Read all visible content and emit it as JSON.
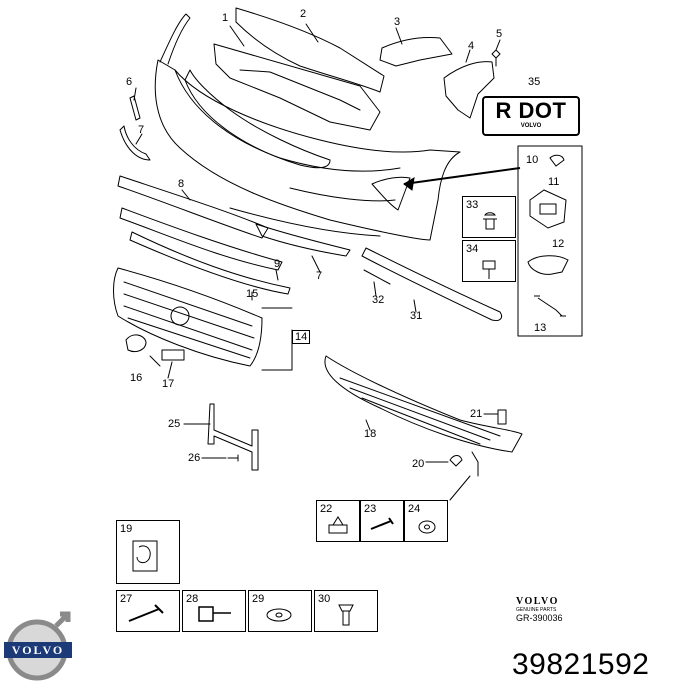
{
  "callouts": {
    "n1": "1",
    "n2": "2",
    "n3": "3",
    "n4": "4",
    "n5": "5",
    "n6": "6",
    "n7a": "7",
    "n7b": "7",
    "n8": "8",
    "n9": "9",
    "n12": "12",
    "n13": "13",
    "n14": "14",
    "n15": "15",
    "n16": "16",
    "n17": "17",
    "n18": "18",
    "n20": "20",
    "n21": "21",
    "n25": "25",
    "n26": "26",
    "n31": "31",
    "n32": "32",
    "n35": "35",
    "n10": "10",
    "n11": "11"
  },
  "boxes": {
    "b33": "33",
    "b34": "34",
    "b22": "22",
    "b23": "23",
    "b24": "24",
    "b19": "19",
    "b27": "27",
    "b28": "28",
    "b29": "29",
    "b30": "30"
  },
  "plate": {
    "main": "R DOT",
    "sub": "VOLVO"
  },
  "reference": {
    "brand": "VOLVO",
    "sub": "GENUINE PARTS",
    "code": "GR-390036"
  },
  "logo_text": "VOLVO",
  "part_number": "39821592"
}
